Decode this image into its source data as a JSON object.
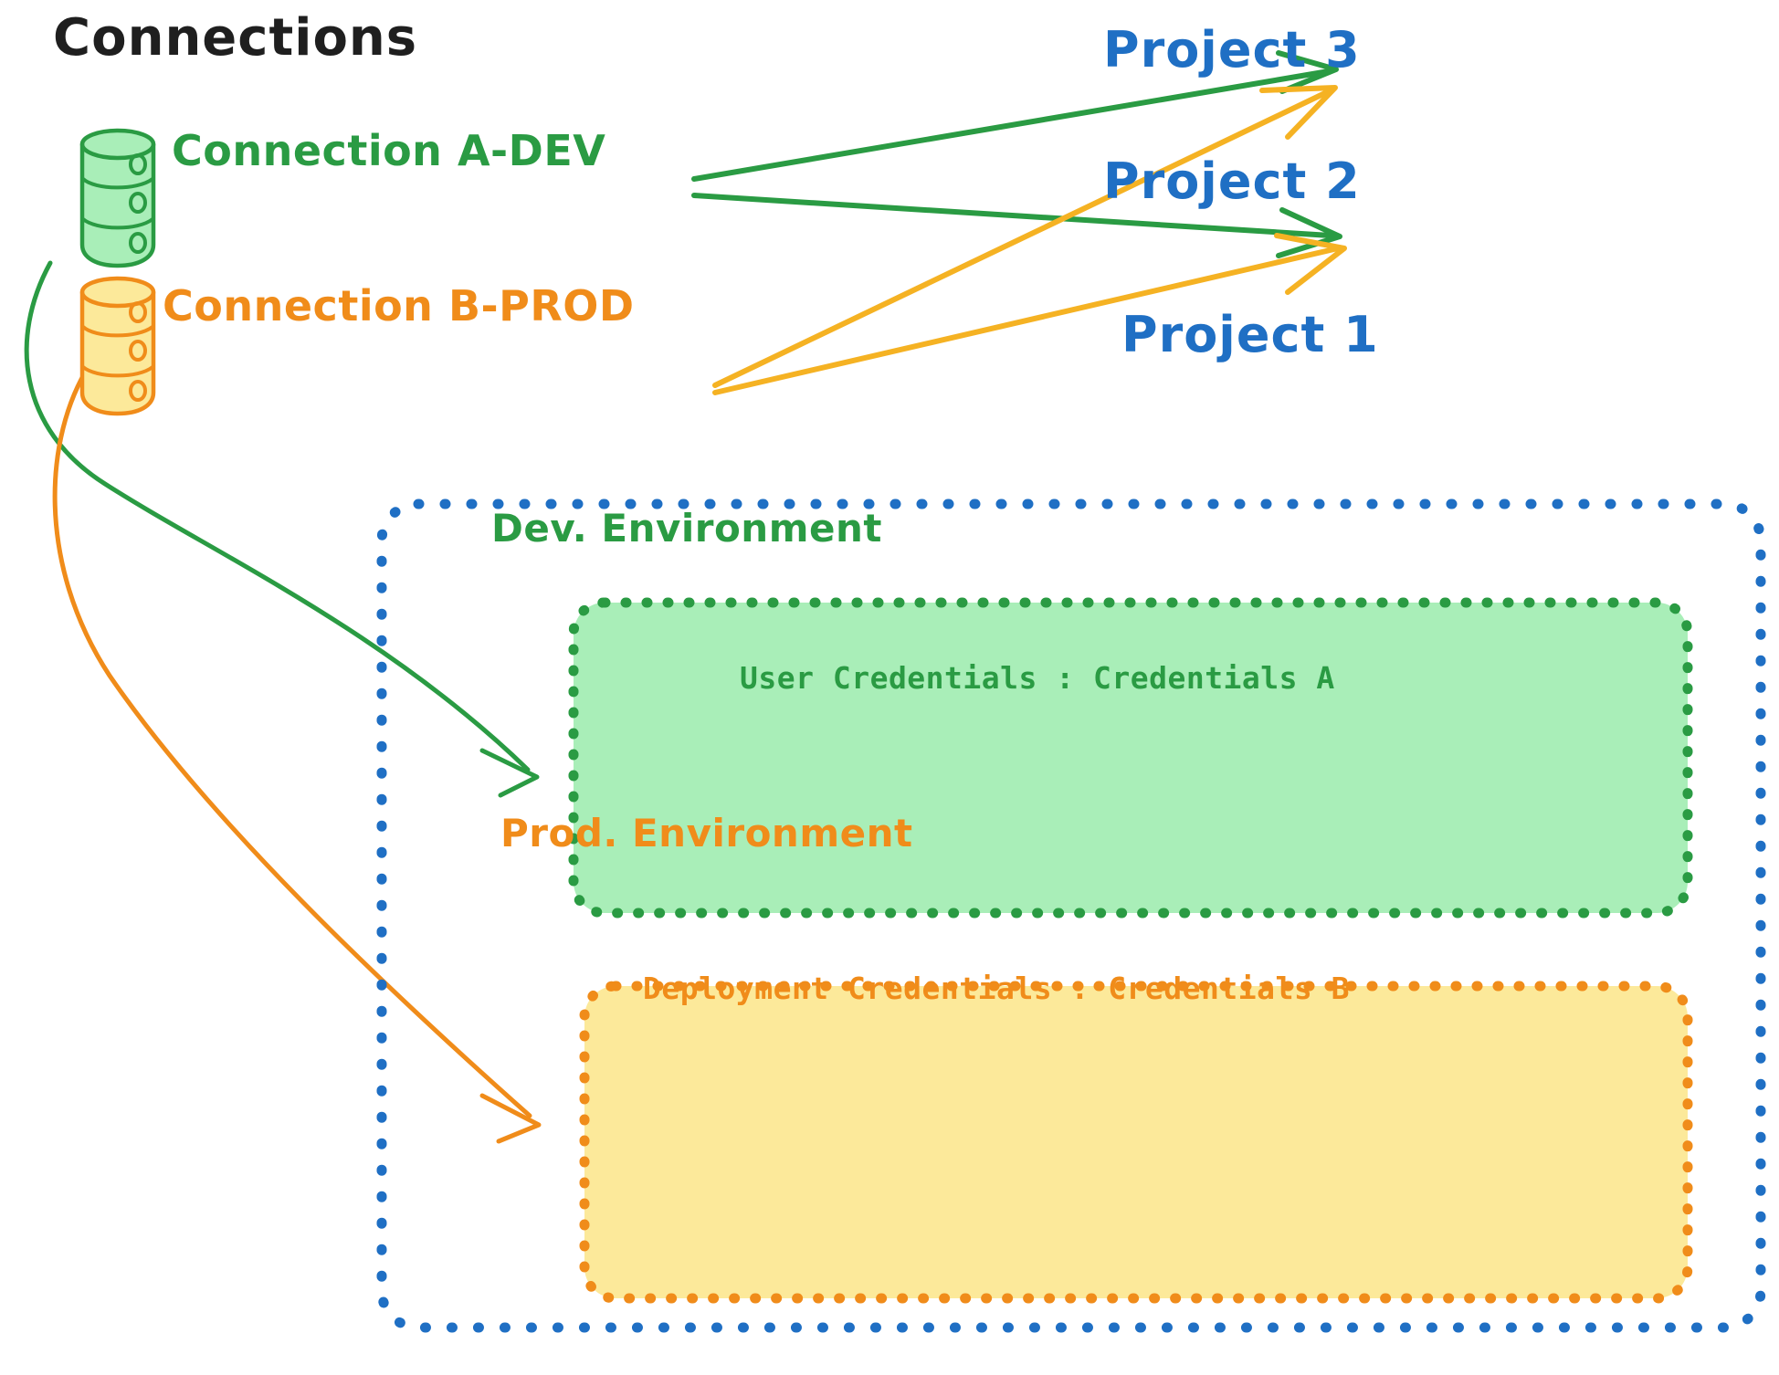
{
  "diagram": {
    "title": "Connections",
    "colors": {
      "green_stroke": "#2a9b43",
      "green_fill": "#a9eeb8",
      "orange_stroke": "#f08c1a",
      "orange_fill": "#fce99a",
      "blue": "#1f6fc4",
      "black": "#1f1f1f"
    }
  },
  "connections": [
    {
      "id": "a-dev",
      "label": "Connection A-DEV",
      "icon": "database-cylinder-icon",
      "color": "#2a9b43"
    },
    {
      "id": "b-prod",
      "label": "Connection B-PROD",
      "icon": "database-cylinder-icon",
      "color": "#f08c1a"
    }
  ],
  "projects": [
    {
      "id": "project-3",
      "label": "Project 3"
    },
    {
      "id": "project-2",
      "label": "Project 2"
    },
    {
      "id": "project-1",
      "label": "Project 1"
    }
  ],
  "environments": [
    {
      "id": "dev",
      "title": "Dev. Environment",
      "credentials_line": "User Credentials : Credentials A",
      "credentials_key": "User Credentials",
      "credentials_value": "Credentials A"
    },
    {
      "id": "prod",
      "title": "Prod. Environment",
      "credentials_line": "Deployment Credentials : Credentials B",
      "credentials_key": "Deployment Credentials",
      "credentials_value": "Credentials B"
    }
  ],
  "edges": [
    {
      "from": "a-dev",
      "to": "project-3",
      "color": "#2a9b43"
    },
    {
      "from": "a-dev",
      "to": "project-2",
      "color": "#2a9b43"
    },
    {
      "from": "a-dev",
      "to": "dev",
      "color": "#2a9b43"
    },
    {
      "from": "b-prod",
      "to": "project-3",
      "color": "#f5b223"
    },
    {
      "from": "b-prod",
      "to": "project-2",
      "color": "#f5b223"
    },
    {
      "from": "b-prod",
      "to": "prod",
      "color": "#f08c1a"
    }
  ]
}
